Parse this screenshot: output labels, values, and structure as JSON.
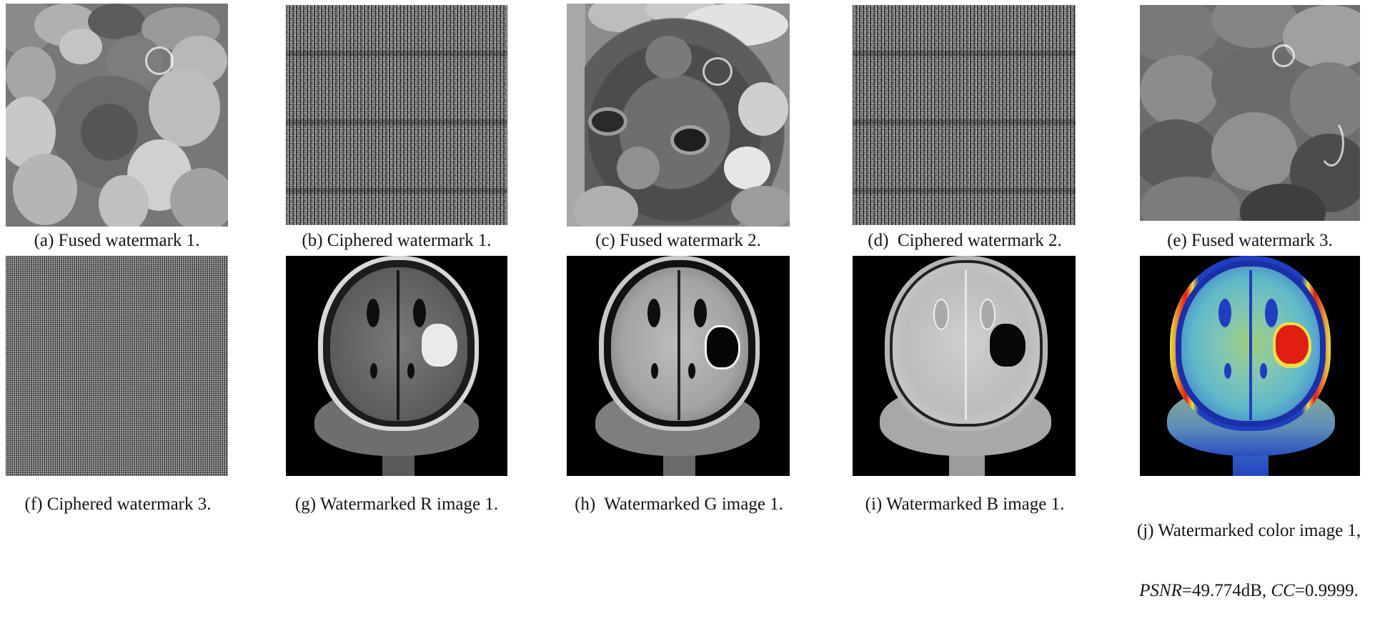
{
  "figure": {
    "panels": [
      {
        "id": "a",
        "caption": "(a) Fused watermark 1.",
        "content": "grayscale fused image of fruits with watermark overlay"
      },
      {
        "id": "b",
        "caption": "(b) Ciphered watermark 1.",
        "content": "noise-like encrypted image"
      },
      {
        "id": "c",
        "caption": "(c) Fused watermark 2.",
        "content": "grayscale fused image of cat face and fruits"
      },
      {
        "id": "d",
        "caption": "(d)  Ciphered watermark 2.",
        "content": "noise-like encrypted image"
      },
      {
        "id": "e",
        "caption": "(e) Fused watermark 3.",
        "content": "grayscale fused image of pebbles/rocks"
      },
      {
        "id": "f",
        "caption": "(f) Ciphered watermark 3.",
        "content": "noise-like encrypted image"
      },
      {
        "id": "g",
        "caption": "(g) Watermarked R image 1.",
        "content": "grayscale brain MRI, R channel, bright tumor"
      },
      {
        "id": "h",
        "caption": "(h)  Watermarked G image 1.",
        "content": "grayscale brain MRI, G channel, dark tumor"
      },
      {
        "id": "i",
        "caption": "(i) Watermarked B image 1.",
        "content": "grayscale brain MRI, B channel, bright tissue dark tumor"
      },
      {
        "id": "j",
        "caption_line1": "(j) Watermarked color image 1,",
        "caption_line2_prefix_psnr": "PSNR",
        "caption_line2_psnr_value": "=49.774dB, ",
        "caption_line2_prefix_cc": "CC",
        "caption_line2_cc_value": "=0.9999.",
        "content": "pseudo-color brain MRI (blue/green/yellow/red)"
      }
    ],
    "metrics": {
      "PSNR": "49.774dB",
      "CC": "0.9999"
    },
    "colors": {
      "mri_blue": "#1f3fbf",
      "mri_cyan": "#5fb8c8",
      "mri_green": "#9fd07a",
      "mri_yellow": "#e8e04a",
      "mri_red": "#e21d12"
    }
  }
}
